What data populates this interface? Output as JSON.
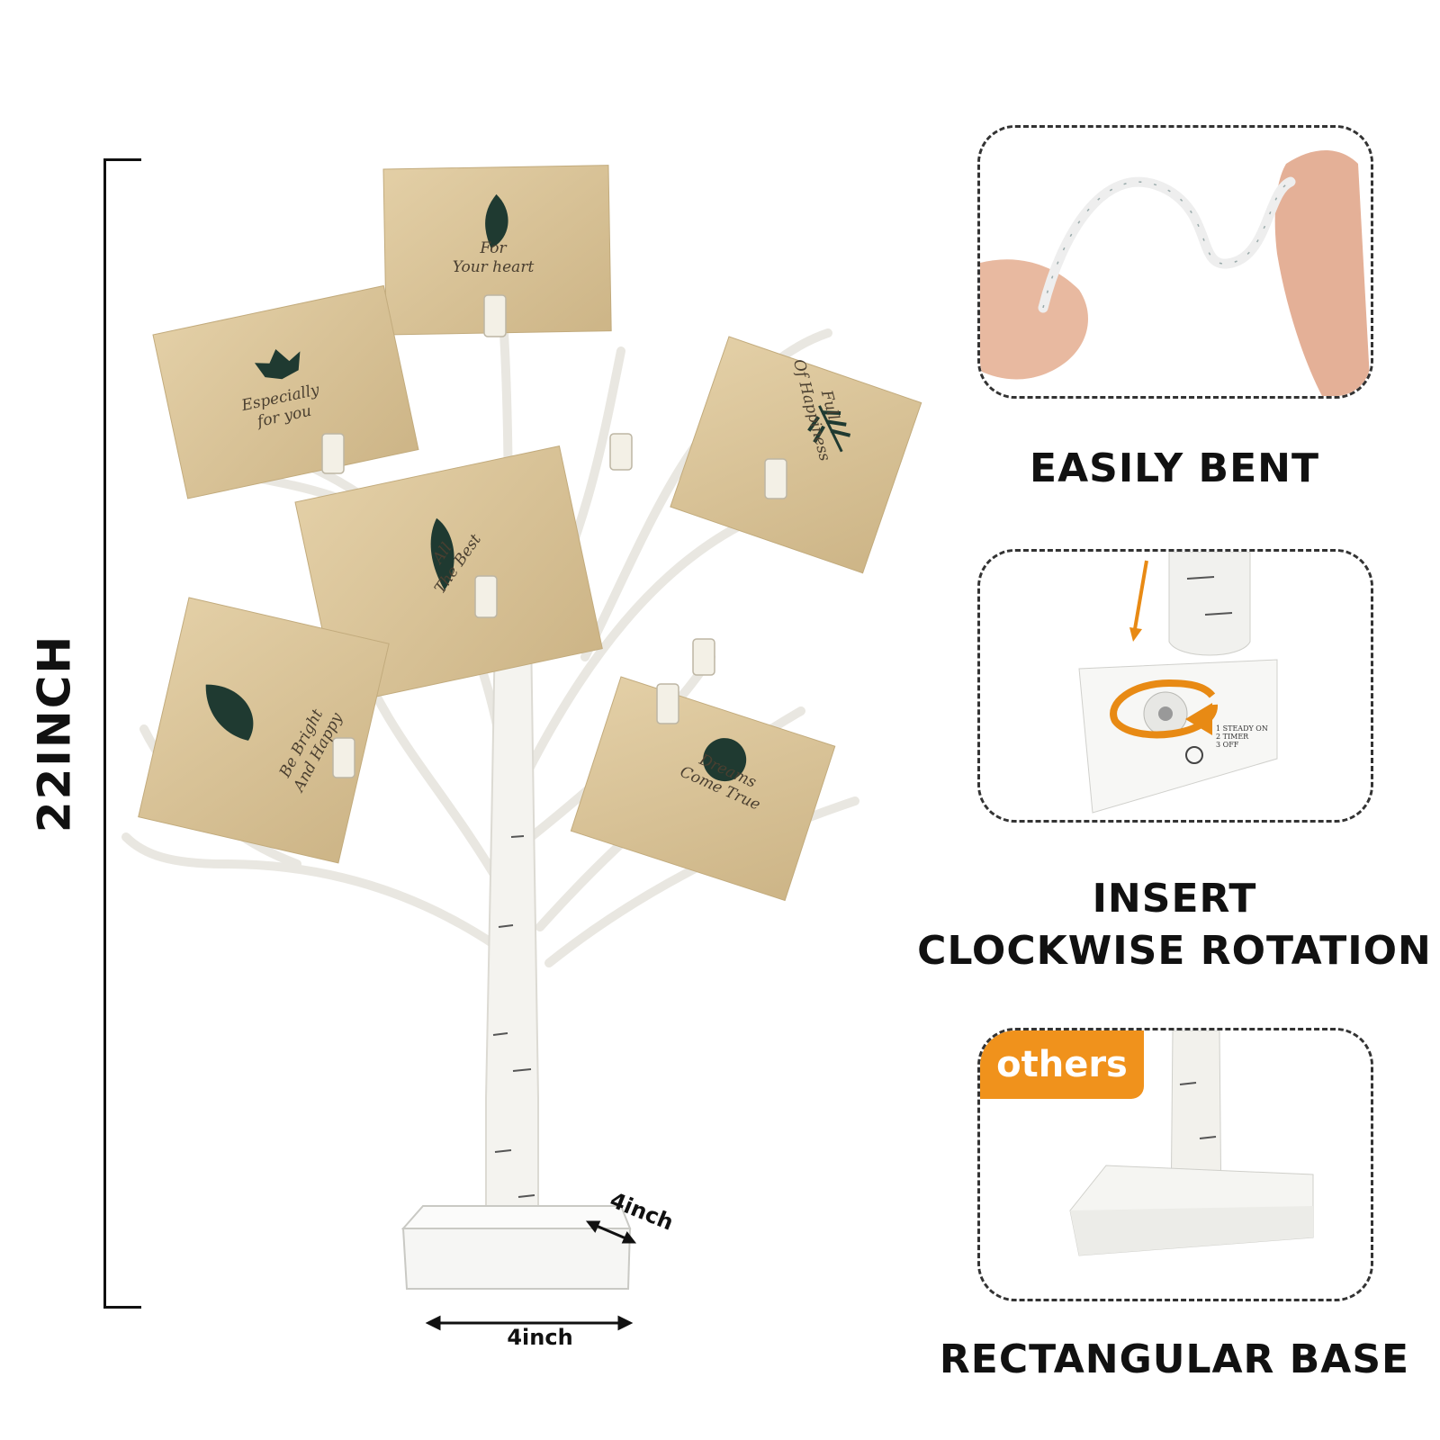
{
  "dimensions": {
    "height": "22INCH",
    "base_width": "4inch",
    "base_depth": "4inch"
  },
  "cards": [
    {
      "text": "For\nYour heart"
    },
    {
      "text": "Especially\nfor you"
    },
    {
      "text": "All\nThe Best"
    },
    {
      "text": "Full\nOf Happiness"
    },
    {
      "text": "Be Bright\nAnd Happy"
    },
    {
      "text": "Dreams\nCome True"
    }
  ],
  "features": [
    {
      "caption": "EASILY BENT"
    },
    {
      "caption_line1": "INSERT",
      "caption_line2": "CLOCKWISE ROTATION",
      "switch_label": "1 STEADY ON\n2 TIMER\n3 OFF"
    },
    {
      "caption": "RECTANGULAR BASE",
      "tag": "others"
    }
  ],
  "colors": {
    "accent": "#f0921c",
    "card": "#d9c39a",
    "trunk": "#f4f3ef",
    "text": "#111111"
  }
}
